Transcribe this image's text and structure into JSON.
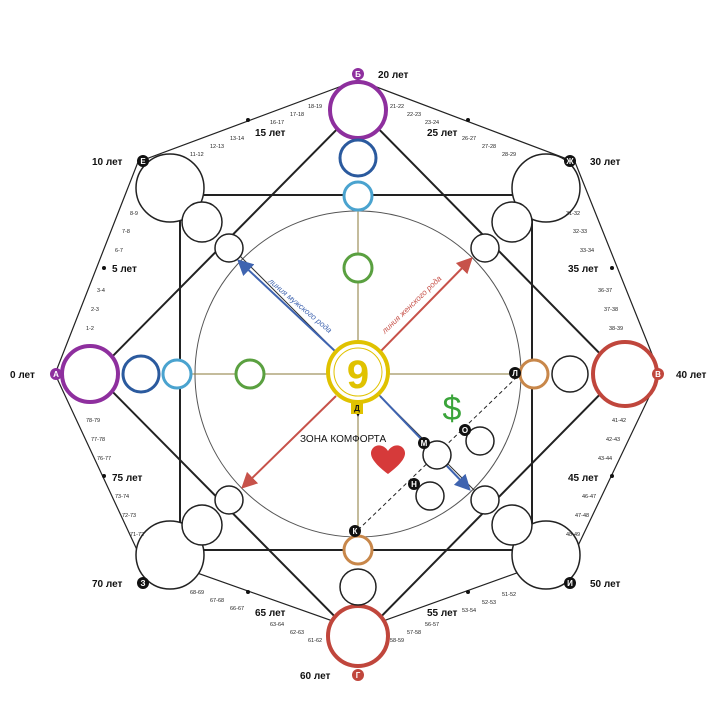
{
  "center_number": "9",
  "comfort_zone": "ЗОНА КОМФОРТА",
  "dollar": "$",
  "male_line": "линия мужского рода",
  "female_line": "линия женского рода",
  "colors": {
    "purple": "#8e2f9e",
    "red": "#c0463c",
    "yellow": "#e0c200",
    "blue": "#2b5a9e",
    "lightblue": "#4aa3cf",
    "green": "#5aa040",
    "brown": "#c8874a",
    "dollar": "#3aa43a",
    "heart": "#d63a3a",
    "male_arrow": "#3f64b0",
    "female_arrow": "#c7524a"
  },
  "markers": {
    "A": "А",
    "B": "Б",
    "V": "В",
    "G": "Г",
    "D": "Д",
    "E": "Е",
    "Zh": "Ж",
    "Z": "З",
    "I": "И",
    "K": "К",
    "L": "Л",
    "M": "М",
    "N": "Н",
    "O": "О"
  },
  "ages": {
    "a0": "0 лет",
    "a5": "5 лет",
    "a10": "10 лет",
    "a15": "15 лет",
    "a20": "20 лет",
    "a25": "25 лет",
    "a30": "30 лет",
    "a35": "35 лет",
    "a40": "40 лет",
    "a45": "45 лет",
    "a50": "50 лет",
    "a55": "55 лет",
    "a60": "60 лет",
    "a65": "65 лет",
    "a70": "70 лет",
    "a75": "75 лет"
  },
  "ticks": {
    "t1": "1-2",
    "t2": "2-3",
    "t3": "3-4",
    "t6": "6-7",
    "t7": "7-8",
    "t8": "8-9",
    "t11": "11-12",
    "t12": "12-13",
    "t13": "13-14",
    "t16": "16-17",
    "t17": "17-18",
    "t18": "18-19",
    "t21": "21-22",
    "t22": "22-23",
    "t23": "23-24",
    "t26": "26-27",
    "t27": "27-28",
    "t28": "28-29",
    "t31": "31-32",
    "t32": "32-33",
    "t33": "33-34",
    "t36": "36-37",
    "t37": "37-38",
    "t38": "38-39",
    "t41": "41-42",
    "t42": "42-43",
    "t43": "43-44",
    "t46": "46-47",
    "t47": "47-48",
    "t48": "48-49",
    "t51": "51-52",
    "t52": "52-53",
    "t53": "53-54",
    "t56": "56-57",
    "t57": "57-58",
    "t58": "58-59",
    "t61": "61-62",
    "t62": "62-63",
    "t63": "63-64",
    "t66": "66-67",
    "t67": "67-68",
    "t68": "68-69",
    "t71": "71-72",
    "t72": "72-73",
    "t73": "73-74",
    "t76": "76-77",
    "t77": "77-78",
    "t78": "78-79"
  }
}
